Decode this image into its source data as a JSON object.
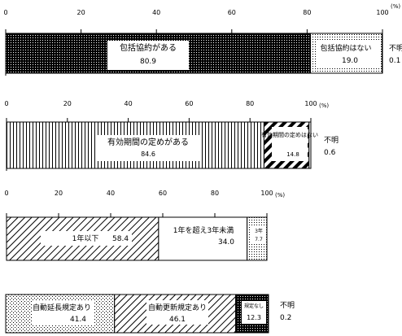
{
  "chart_data": [
    {
      "type": "bar",
      "orientation": "horizontal-stacked-100",
      "axis": {
        "ticks": [
          "0",
          "20",
          "40",
          "60",
          "80",
          "100"
        ],
        "unit": "(%)",
        "range": [
          0,
          100
        ]
      },
      "segments": [
        {
          "label": "包括協約がある",
          "value": 80.9,
          "value_text": "80.9",
          "pattern": "dense-dots"
        },
        {
          "label": "包括協約はない",
          "value": 19.0,
          "value_text": "19.0",
          "pattern": "sparse-dots"
        },
        {
          "label": "不明",
          "value": 0.1,
          "value_text": "0.1",
          "pattern": "none"
        }
      ]
    },
    {
      "type": "bar",
      "orientation": "horizontal-stacked-100",
      "axis": {
        "ticks": [
          "0",
          "20",
          "40",
          "60",
          "80",
          "100"
        ],
        "unit": "(%)",
        "range": [
          0,
          100
        ]
      },
      "segments": [
        {
          "label": "有効期間の定めがある",
          "value": 84.6,
          "value_text": "84.6",
          "pattern": "vertical-lines"
        },
        {
          "label": "有効期間の定めはない",
          "value": 14.8,
          "value_text": "14.8",
          "pattern": "thick-diagonal"
        },
        {
          "label": "不明",
          "value": 0.6,
          "value_text": "0.6",
          "pattern": "none"
        }
      ]
    },
    {
      "type": "bar",
      "orientation": "horizontal-stacked-100",
      "axis": {
        "ticks": [
          "0",
          "20",
          "40",
          "60",
          "80",
          "100"
        ],
        "unit": "(%)",
        "range": [
          0,
          100
        ]
      },
      "segments": [
        {
          "label": "1年以下",
          "value": 58.4,
          "value_text": "58.4",
          "pattern": "diagonal"
        },
        {
          "label": "1年を超え3年未満",
          "value": 34.0,
          "value_text": "34.0",
          "pattern": "none"
        },
        {
          "label": "3年",
          "value": 7.7,
          "value_text": "7.7",
          "pattern": "sparse-dots"
        }
      ]
    },
    {
      "type": "bar",
      "orientation": "horizontal-stacked-100",
      "segments": [
        {
          "label": "自動延長規定あり",
          "value": 41.4,
          "value_text": "41.4",
          "pattern": "dots"
        },
        {
          "label": "自動更新規定あり",
          "value": 46.1,
          "value_text": "46.1",
          "pattern": "diagonal"
        },
        {
          "label": "規定なし",
          "value": 12.3,
          "value_text": "12.3",
          "pattern": "dense-dots"
        },
        {
          "label": "不明",
          "value": 0.2,
          "value_text": "0.2",
          "pattern": "none"
        }
      ]
    }
  ]
}
